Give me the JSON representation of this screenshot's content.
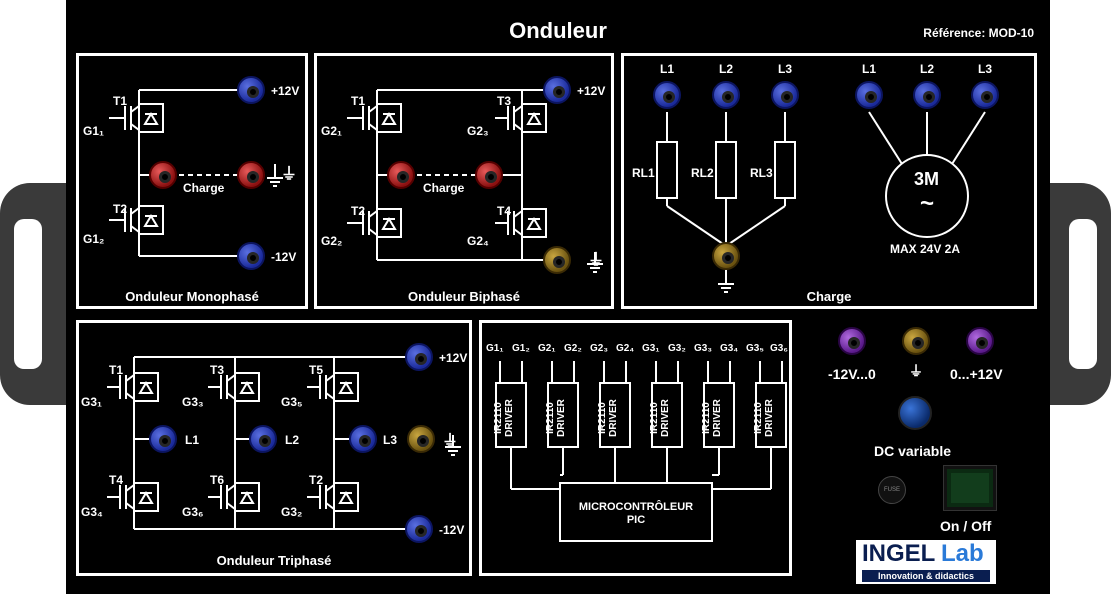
{
  "title": "Onduleur",
  "reference": "Référence: MOD-10",
  "mono": {
    "caption": "Onduleur Monophasé",
    "t1": "T1",
    "t2": "T2",
    "g1": "G1₁",
    "g2": "G1₂",
    "plus": "+12V",
    "minus": "-12V",
    "charge": "Charge"
  },
  "bi": {
    "caption": "Onduleur Biphasé",
    "t1": "T1",
    "t2": "T2",
    "t3": "T3",
    "t4": "T4",
    "g1": "G2₁",
    "g2": "G2₂",
    "g3": "G2₃",
    "g4": "G2₄",
    "plus": "+12V",
    "charge": "Charge"
  },
  "charge": {
    "caption": "Charge",
    "l1": "L1",
    "l2": "L2",
    "l3": "L3",
    "rl1": "RL1",
    "rl2": "RL2",
    "rl3": "RL3",
    "m1": "L1",
    "m2": "L2",
    "m3": "L3",
    "motor": "3M",
    "motor_sym": "~",
    "max": "MAX 24V 2A"
  },
  "tri": {
    "caption": "Onduleur Triphasé",
    "t1": "T1",
    "t3": "T3",
    "t5": "T5",
    "t4": "T4",
    "t6": "T6",
    "t2": "T2",
    "g1": "G3₁",
    "g3": "G3₃",
    "g5": "G3₅",
    "g4": "G3₄",
    "g6": "G3₆",
    "g2": "G3₂",
    "l1": "L1",
    "l2": "L2",
    "l3": "L3",
    "plus": "+12V",
    "minus": "-12V"
  },
  "driver": {
    "gates": [
      "G1₁",
      "G1₂",
      "G2₁",
      "G2₂",
      "G2₃",
      "G2₄",
      "G3₁",
      "G3₂",
      "G3₃",
      "G3₄",
      "G3₅",
      "G3₆"
    ],
    "chip": "IR2110",
    "chip2": "DRIVER",
    "mcu1": "MICROCONTRÔLEUR",
    "mcu2": "PIC"
  },
  "power": {
    "neg": "-12V...0",
    "pos": "0...+12V",
    "dc": "DC variable",
    "fuse": "FUSE",
    "onoff": "On / Off"
  },
  "logo": {
    "ingel": "INGEL",
    "lab": "Lab",
    "tagline": "Innovation & didactics"
  }
}
